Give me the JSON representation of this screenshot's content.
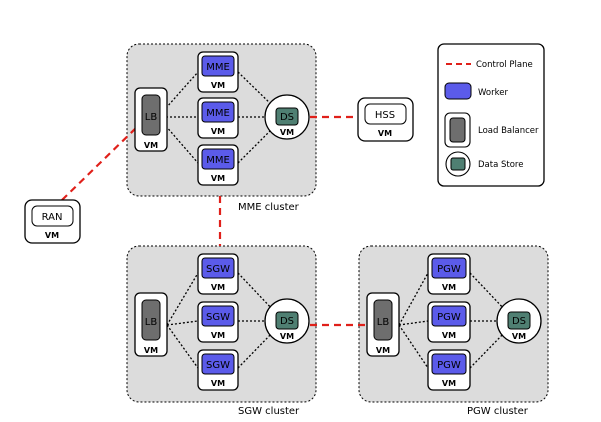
{
  "colors": {
    "worker": "#5b5bea",
    "load_balancer": "#6e6e6e",
    "data_store": "#4f7f72",
    "cluster_bg": "#dcdcdc",
    "control_plane": "#e0201a"
  },
  "clusters": {
    "mme": {
      "label": "MME cluster",
      "lb": {
        "label": "LB",
        "vm": "VM"
      },
      "workers": [
        {
          "label": "MME",
          "vm": "VM"
        },
        {
          "label": "MME",
          "vm": "VM"
        },
        {
          "label": "MME",
          "vm": "VM"
        }
      ],
      "ds": {
        "label": "DS",
        "vm": "VM"
      }
    },
    "sgw": {
      "label": "SGW cluster",
      "lb": {
        "label": "LB",
        "vm": "VM"
      },
      "workers": [
        {
          "label": "SGW",
          "vm": "VM"
        },
        {
          "label": "SGW",
          "vm": "VM"
        },
        {
          "label": "SGW",
          "vm": "VM"
        }
      ],
      "ds": {
        "label": "DS",
        "vm": "VM"
      }
    },
    "pgw": {
      "label": "PGW cluster",
      "lb": {
        "label": "LB",
        "vm": "VM"
      },
      "workers": [
        {
          "label": "PGW",
          "vm": "VM"
        },
        {
          "label": "PGW",
          "vm": "VM"
        },
        {
          "label": "PGW",
          "vm": "VM"
        }
      ],
      "ds": {
        "label": "DS",
        "vm": "VM"
      }
    }
  },
  "hss": {
    "label": "HSS",
    "vm": "VM"
  },
  "ran": {
    "label": "RAN",
    "vm": "VM"
  },
  "legend": {
    "control_plane": "Control Plane",
    "worker": "Worker",
    "load_balancer": "Load Balancer",
    "data_store": "Data Store"
  }
}
